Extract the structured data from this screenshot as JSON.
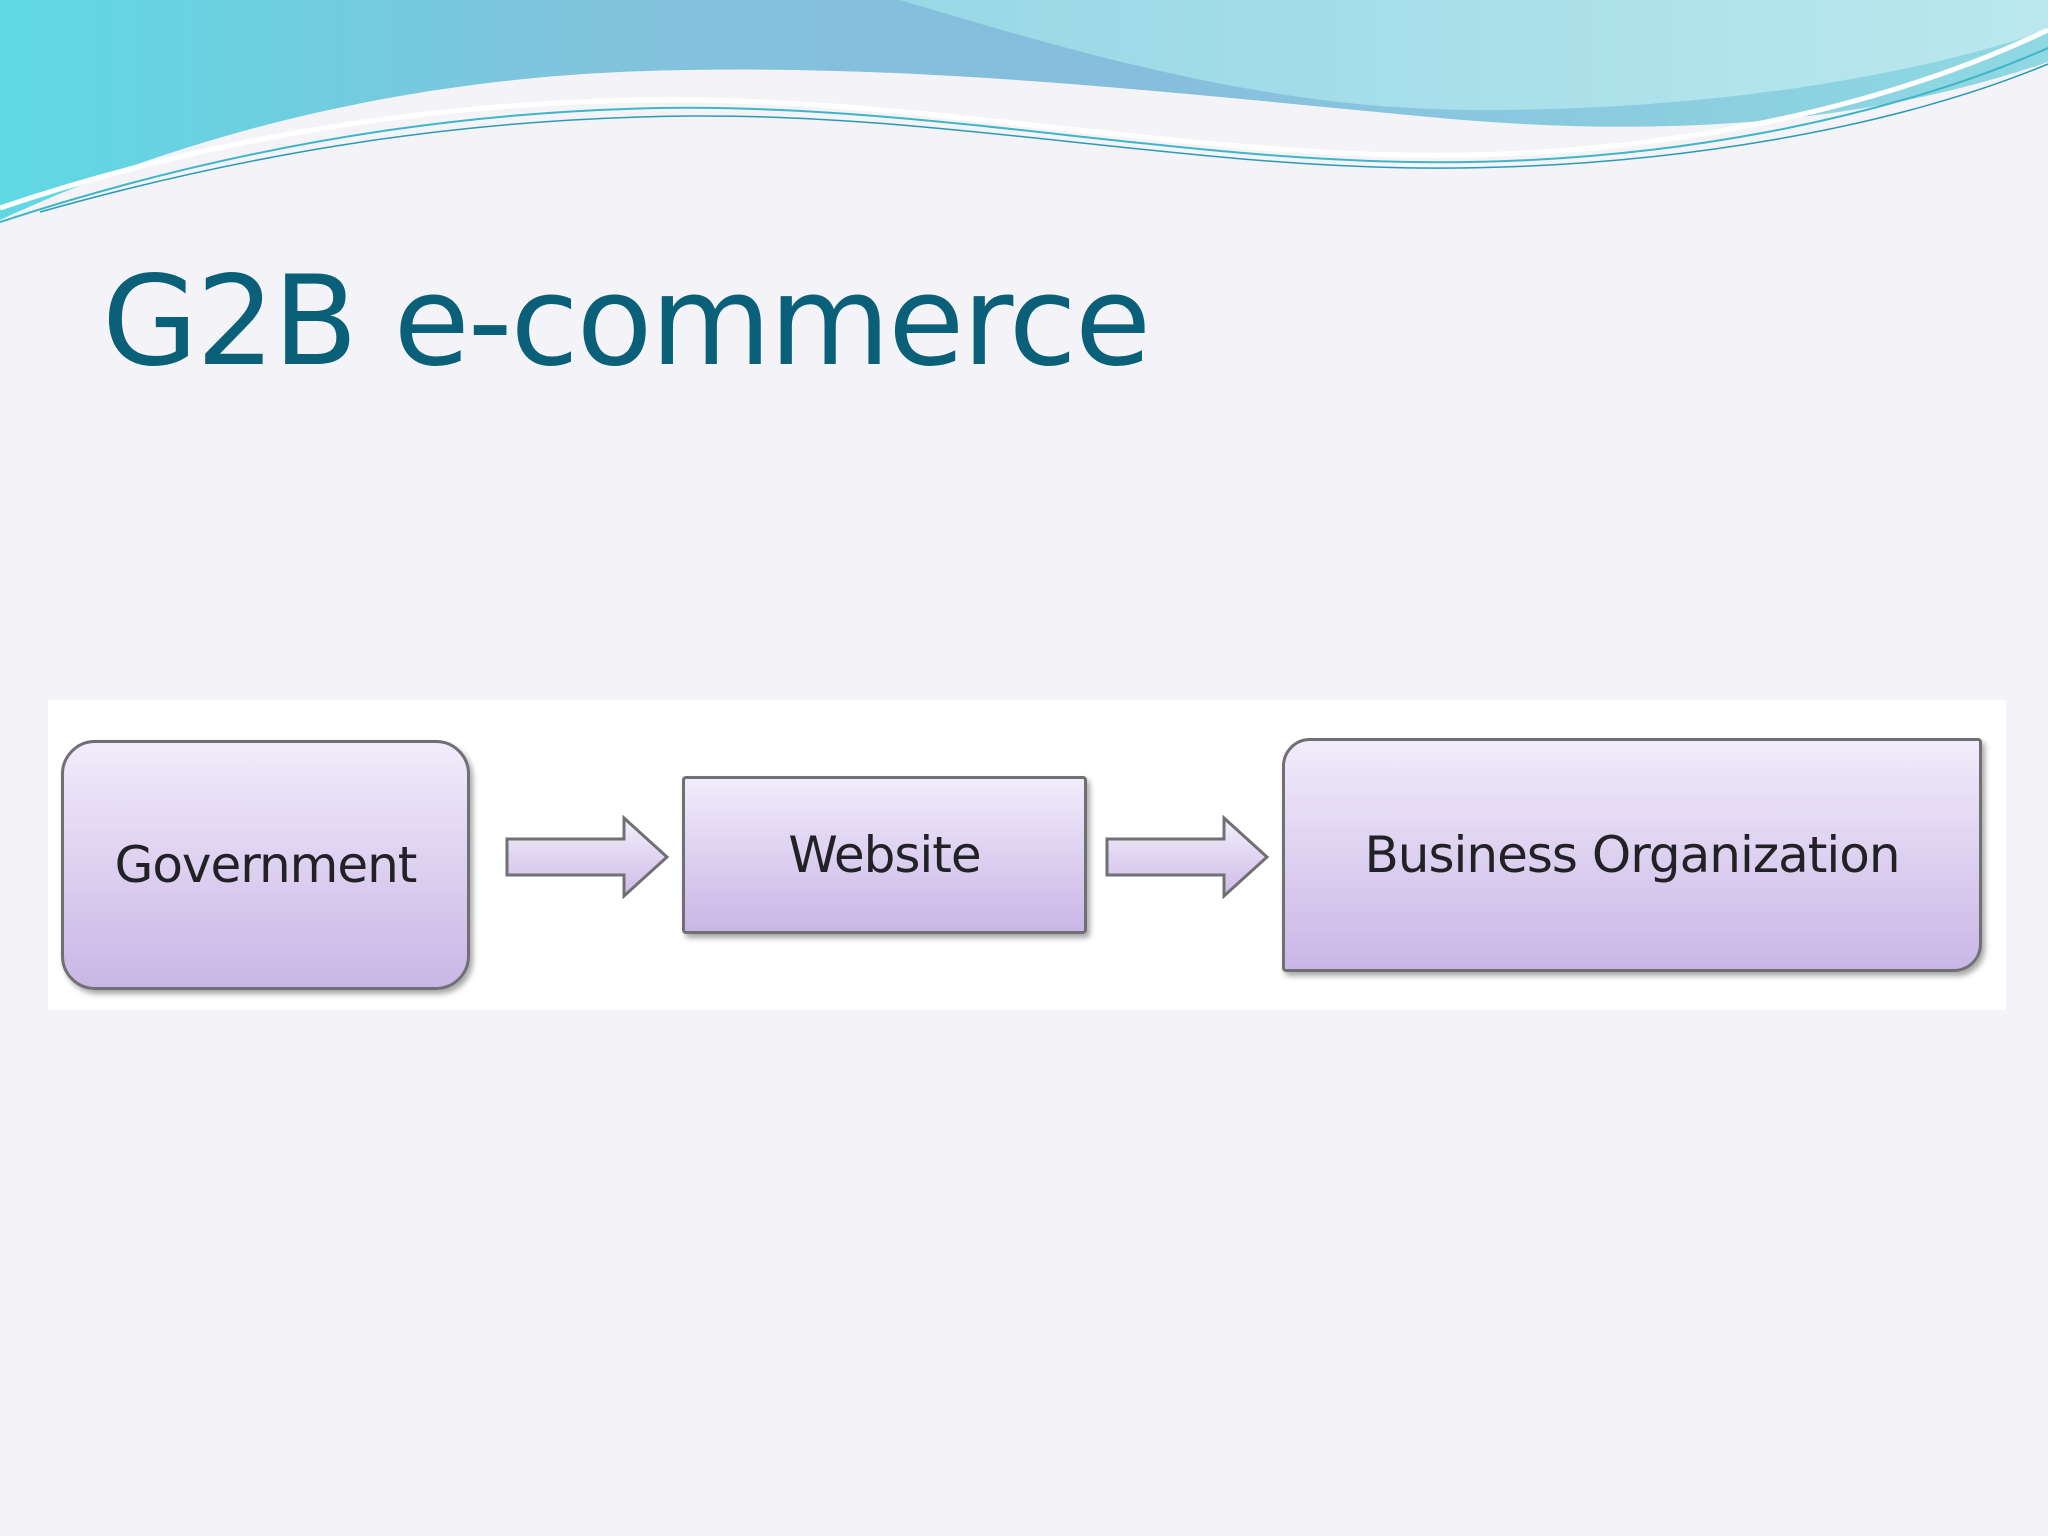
{
  "slide": {
    "title": "G2B e-commerce"
  },
  "diagram": {
    "nodes": [
      {
        "id": "government",
        "label": "Government"
      },
      {
        "id": "website",
        "label": "Website"
      },
      {
        "id": "business",
        "label": "Business Organization"
      }
    ],
    "edges": [
      {
        "from": "government",
        "to": "website"
      },
      {
        "from": "website",
        "to": "business"
      }
    ]
  },
  "colors": {
    "title": "#0b6079",
    "node_fill_top": "#f1ecfb",
    "node_fill_bottom": "#c9b6e6",
    "node_border": "#6f6f74",
    "wave_teal": "#5fd3e0",
    "wave_blue": "#7fb8d8"
  }
}
